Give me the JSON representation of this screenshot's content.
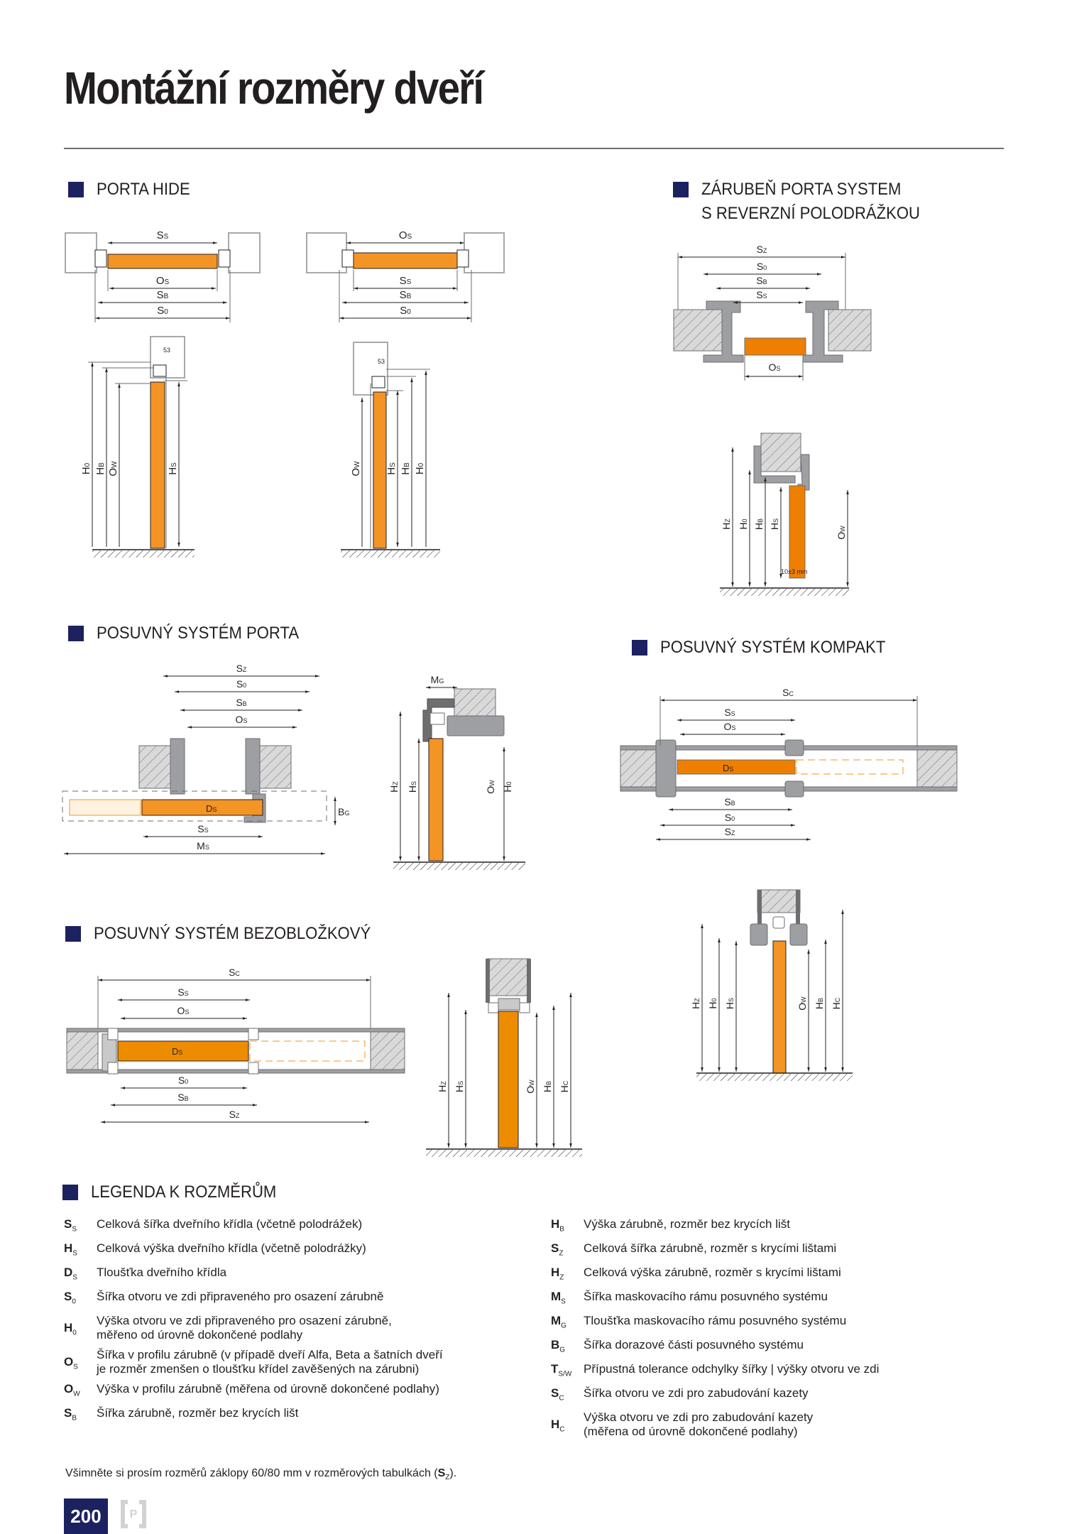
{
  "page": {
    "title": "Montážní rozměry dveří",
    "page_number": "200",
    "brand_logo": "P",
    "footnote": "Všimněte si prosím rozměrů záklopy  60/80 mm v rozměrových tabulkách (",
    "footnote_sym": "S",
    "footnote_sub": "Z",
    "footnote_end": ")."
  },
  "sections": {
    "porta_hide": "PORTA HIDE",
    "zarubne_line1": "ZÁRUBEŇ PORTA SYSTEM",
    "zarubne_line2": "S REVERZNÍ POLODRÁŽKOU",
    "posuvny_porta": "POSUVNÝ SYSTÉM PORTA",
    "posuvny_kompakt": "POSUVNÝ SYSTÉM KOMPAKT",
    "posuvny_bezoblozkovy": "POSUVNÝ SYSTÉM BEZOBLOŽKOVÝ",
    "legenda": "LEGENDA K ROZMĚRŮM"
  },
  "dims": {
    "S": "S",
    "H": "H",
    "O": "O",
    "D": "D",
    "M": "M",
    "B": "B",
    "s": "S",
    "b": "B",
    "zero": "0",
    "z": "Z",
    "w": "W",
    "g": "G",
    "c": "C",
    "dim53": "53",
    "tolerance": "10±3 mm"
  },
  "colors": {
    "door": "#f39424",
    "door_dark": "#ee7f00",
    "frame": "#8a8b8d",
    "wall": "#d9d9da",
    "accent": "#1c2160"
  },
  "legend_left": [
    {
      "sym": "S",
      "sub": "S",
      "desc": "Celková šířka dveřního křídla (včetně polodrážek)"
    },
    {
      "sym": "H",
      "sub": "S",
      "desc": "Celková výška dveřního křídla (včetně polodrážky)"
    },
    {
      "sym": "D",
      "sub": "S",
      "desc": "Tloušťka dveřního křídla"
    },
    {
      "sym": "S",
      "sub": "0",
      "desc": "Šířka otvoru ve zdi připraveného pro osazení zárubně"
    },
    {
      "sym": "H",
      "sub": "0",
      "desc": "Výška otvoru ve zdi připraveného pro osazení zárubně,",
      "desc2": "měřeno od úrovně dokončené podlahy"
    },
    {
      "sym": "O",
      "sub": "S",
      "desc": "Šířka v profilu zárubně (v případě dveří Alfa, Beta a šatních dveří",
      "desc2": "je rozměr zmenšen o tloušťku křídel zavěšených na zárubni)"
    },
    {
      "sym": "O",
      "sub": "W",
      "desc": "Výška v profilu zárubně (měřena od úrovně dokončené podlahy)"
    },
    {
      "sym": "S",
      "sub": "B",
      "desc": "Šířka zárubně, rozměr bez krycích lišt"
    }
  ],
  "legend_right": [
    {
      "sym": "H",
      "sub": "B",
      "desc": "Výška zárubně, rozměr bez krycích lišt"
    },
    {
      "sym": "S",
      "sub": "Z",
      "desc": "Celková šířka zárubně, rozměr s krycími lištami"
    },
    {
      "sym": "H",
      "sub": "Z",
      "desc": "Celková výška zárubně, rozměr s krycími lištami"
    },
    {
      "sym": "M",
      "sub": "S",
      "desc": "Šířka maskovacího rámu posuvného systému"
    },
    {
      "sym": "M",
      "sub": "G",
      "desc": "Tloušťka maskovacího rámu posuvného systému"
    },
    {
      "sym": "B",
      "sub": "G",
      "desc": "Šířka dorazové části posuvného systému"
    },
    {
      "sym": "T",
      "sub": "S/W",
      "desc": "Přípustná tolerance odchylky šířky | výšky otvoru ve zdi"
    },
    {
      "sym": "S",
      "sub": "C",
      "desc": "Šířka otvoru ve zdi pro zabudování kazety"
    },
    {
      "sym": "H",
      "sub": "C",
      "desc": "Výška otvoru ve zdi pro zabudování kazety",
      "desc2": "(měřena od úrovně dokončené podlahy)"
    }
  ]
}
